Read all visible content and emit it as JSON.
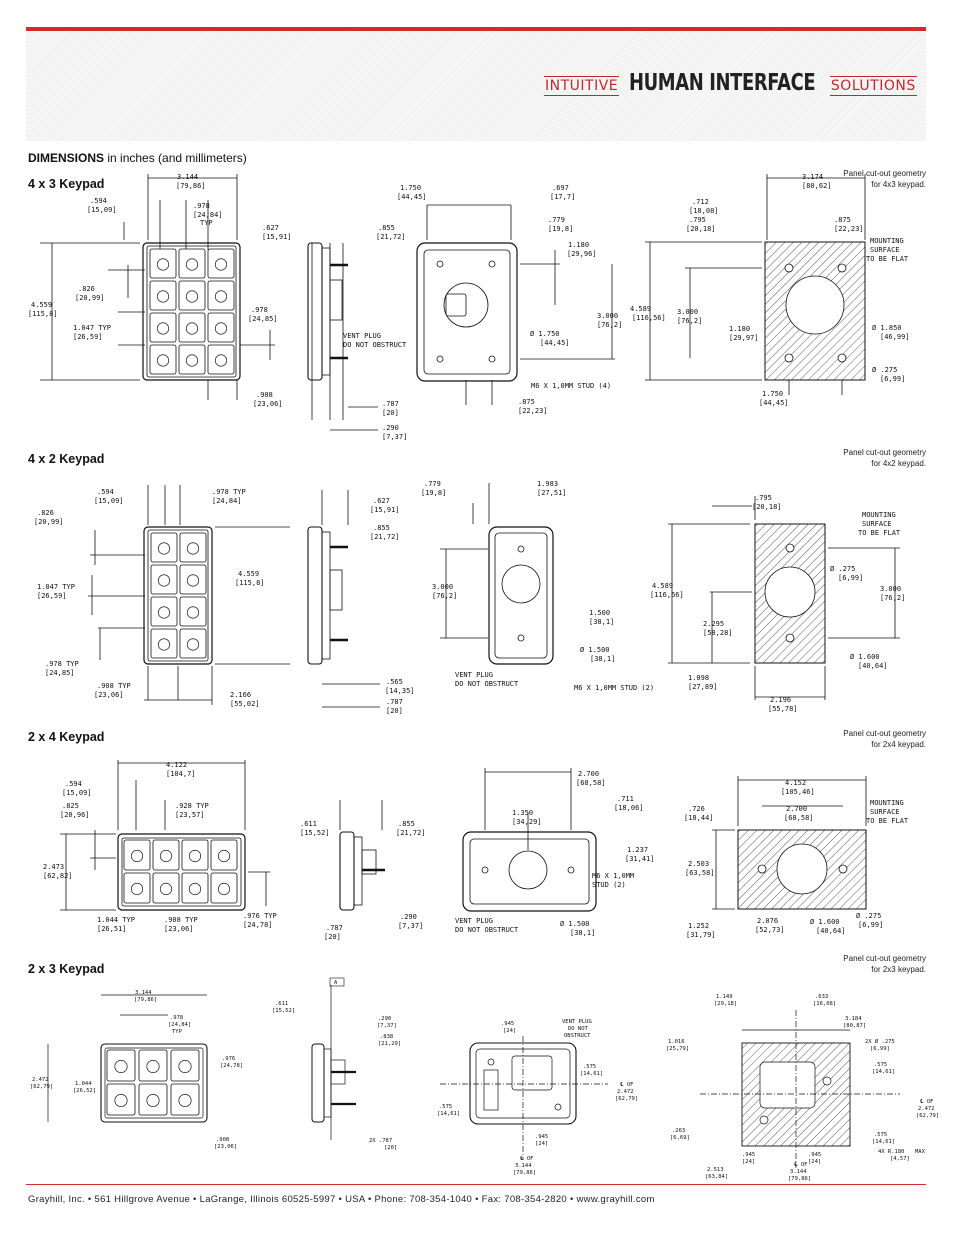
{
  "header": {
    "tag_left": "INTUITIVE",
    "tag_main": "HUMAN INTERFACE",
    "tag_right": "SOLUTIONS"
  },
  "dimensions": {
    "label": "DIMENSIONS",
    "sub": "in inches (and millimeters)"
  },
  "sections": [
    {
      "title": "4 x 3 Keypad",
      "cutout_note": "Panel cut-out geometry for 4x3 keypad.",
      "labels": {
        "w_total": "3.144",
        "w_total_mm": "[79,86]",
        "left": ".594",
        "left_mm": "[15,09]",
        "pitch": ".978",
        "pitch_mm": "[24,84]",
        "typ": "TYP",
        "h_top": ".826",
        "h_top_mm": "[20,99]",
        "h_total": "4.559",
        "h_total_mm": "[115,8]",
        "key_h": "1.047 TYP",
        "key_h_mm": "[26,59]",
        "key_w": ".978",
        "key_w_mm": "[24,85]",
        "bottom": ".908",
        "bottom_mm": "[23,06]",
        "side_627": ".627",
        "side_627_mm": "[15,91]",
        "side_855": ".855",
        "side_855_mm": "[21,72]",
        "vent": "VENT PLUG",
        "vent2": "DO NOT OBSTRUCT",
        "s787": ".787",
        "s787_mm": "[20]",
        "s290": ".290",
        "s290_mm": "[7,37]",
        "b1750": "1.750",
        "b1750_mm": "[44,45]",
        "b697": ".697",
        "b697_mm": "[17,7]",
        "b779": ".779",
        "b779_mm": "[19,8]",
        "b1180": "1.180",
        "b1180_mm": "[29,96]",
        "b3000": "3.000",
        "b3000_mm": "[76,2]",
        "bdia": "Ø 1.750",
        "bdia_mm": "[44,45]",
        "stud": "M6 X 1,0MM STUD (4)",
        "b875": ".875",
        "b875_mm": "[22,23]",
        "c3174": "3.174",
        "c3174_mm": "[80,62]",
        "c712": ".712",
        "c712_mm": "[18,08]",
        "c795": ".795",
        "c795_mm": "[20,18]",
        "c875": ".875",
        "c875_mm": "[22,23]",
        "mount1": "MOUNTING",
        "mount2": "SURFACE",
        "mount3": "TO BE FLAT",
        "c4589": "4.589",
        "c4589_mm": "[116,56]",
        "c3000": "3.000",
        "c3000_mm": "[76,2]",
        "c1180": "1.180",
        "c1180_mm": "[29,97]",
        "cdia": "Ø 1.850",
        "cdia_mm": "[46,99]",
        "chole": "Ø .275",
        "chole_mm": "[6,99]",
        "c1750": "1.750",
        "c1750_mm": "[44,45]"
      }
    },
    {
      "title": "4 x 2 Keypad",
      "cutout_note": "Panel cut-out geometry for 4x2 keypad.",
      "labels": {
        "left": ".594",
        "left_mm": "[15,09]",
        "pitch": ".978 TYP",
        "pitch_mm": "[24,84]",
        "h_top": ".826",
        "h_top_mm": "[20,99]",
        "h_total": "4.559",
        "h_total_mm": "[115,8]",
        "key_h": "1.047 TYP",
        "key_h_mm": "[26,59]",
        "key_w": ".978 TYP",
        "key_w_mm": "[24,85]",
        "bottom": ".908 TYP",
        "bottom_mm": "[23,06]",
        "w_total": "2.166",
        "w_total_mm": "[55,02]",
        "side_627": ".627",
        "side_627_mm": "[15,91]",
        "side_855": ".855",
        "side_855_mm": "[21,72]",
        "s565": ".565",
        "s565_mm": "[14,35]",
        "s787": ".787",
        "s787_mm": "[20]",
        "b779": ".779",
        "b779_mm": "[19,8]",
        "b1983": "1.983",
        "b1983_mm": "[27,51]",
        "b3000": "3.000",
        "b3000_mm": "[76,2]",
        "b1500": "1.500",
        "b1500_mm": "[38,1]",
        "bdia": "Ø 1.500",
        "bdia_mm": "[38,1]",
        "vent": "VENT PLUG",
        "vent2": "DO NOT OBSTRUCT",
        "stud": "M6 X 1,0MM STUD (2)",
        "c795": ".795",
        "c795_mm": "[20,18]",
        "mount1": "MOUNTING",
        "mount2": "SURFACE",
        "mount3": "TO BE FLAT",
        "chole": "Ø .275",
        "chole_mm": "[6,99]",
        "c4589": "4.589",
        "c4589_mm": "[116,56]",
        "c3000": "3.000",
        "c3000_mm": "[76,2]",
        "c2295": "2.295",
        "c2295_mm": "[58,28]",
        "cdia": "Ø 1.600",
        "cdia_mm": "[40,64]",
        "c1098": "1.098",
        "c1098_mm": "[27,89]",
        "c2196": "2.196",
        "c2196_mm": "[55,78]"
      }
    },
    {
      "title": "2 x 4 Keypad",
      "cutout_note": "Panel cut-out geometry for 2x4 keypad.",
      "labels": {
        "w_total": "4.122",
        "w_total_mm": "[104,7]",
        "left": ".594",
        "left_mm": "[15,09]",
        "h_top": ".825",
        "h_top_mm": "[20,96]",
        "pitch": ".928 TYP",
        "pitch_mm": "[23,57]",
        "h_total": "2.473",
        "h_total_mm": "[62,82]",
        "key_h": "1.044 TYP",
        "key_h_mm": "[26,51]",
        "bottom": ".908 TYP",
        "bottom_mm": "[23,06]",
        "key_w": ".976 TYP",
        "key_w_mm": "[24,78]",
        "s611": ".611",
        "s611_mm": "[15,52]",
        "s855": ".855",
        "s855_mm": "[21,72]",
        "s787": ".787",
        "s787_mm": "[20]",
        "s290": ".290",
        "s290_mm": "[7,37]",
        "b2700": "2.700",
        "b2700_mm": "[68,58]",
        "b1350": "1.350",
        "b1350_mm": "[34,29]",
        "b711": ".711",
        "b711_mm": "[18,06]",
        "b1237": "1.237",
        "b1237_mm": "[31,41]",
        "stud1": "M6 X 1,0MM",
        "stud2": "STUD (2)",
        "vent": "VENT PLUG",
        "vent2": "DO NOT OBSTRUCT",
        "bdia": "Ø 1.500",
        "bdia_mm": "[38,1]",
        "c4152": "4.152",
        "c4152_mm": "[105,46]",
        "c726": ".726",
        "c726_mm": "[18,44]",
        "c2700": "2.700",
        "c2700_mm": "[68,58]",
        "mount1": "MOUNTING",
        "mount2": "SURFACE",
        "mount3": "TO BE FLAT",
        "c2503": "2.503",
        "c2503_mm": "[63,58]",
        "c1252": "1.252",
        "c1252_mm": "[31,79]",
        "c2076": "2.076",
        "c2076_mm": "[52,73]",
        "cdia": "Ø 1.600",
        "cdia_mm": "[40,64]",
        "chole": "Ø .275",
        "chole_mm": "[6,99]"
      }
    },
    {
      "title": "2 x 3 Keypad",
      "cutout_note": "Panel cut-out geometry for 2x3 keypad.",
      "labels": {
        "w_total": "3.144",
        "w_total_mm": "[79,86]",
        "pitch": ".978",
        "pitch_mm": "[24,84]",
        "typ": "TYP",
        "h_total": "2.472",
        "h_total_mm": "[62,79]",
        "key_h": "1.044",
        "key_h_mm": "[26,52]",
        "key_w": ".976",
        "key_w_mm": "[24,78]",
        "bottom": ".908",
        "bottom_mm": "[23,06]",
        "s611": ".611",
        "s611_mm": "[15,52]",
        "datum": "A",
        "s290": ".290",
        "s290_mm": "[7,37]",
        "s838": ".838",
        "s838_mm": "[21,29]",
        "s787": "2X .787",
        "s787_mm": "[20]",
        "b945": ".945",
        "b945_mm": "[24]",
        "vent": "VENT PLUG",
        "vent2": "DO NOT",
        "vent3": "OBSTRUCT",
        "b575": ".575",
        "b575_mm": "[14,61]",
        "cl": "℄ OF",
        "b2472": "2.472",
        "b2472_mm": "[62,79]",
        "b3144": "3.144",
        "b3144_mm": "[79,86]",
        "c1149": "1.149",
        "c1149_mm": "[29,18]",
        "c633": ".633",
        "c633_mm": "[16,08]",
        "c3184": "3.184",
        "c3184_mm": "[80,87]",
        "c1016": "1.016",
        "c1016_mm": "[25,79]",
        "chole": "2X Ø .275",
        "chole_mm": "[6,99]",
        "c575": ".575",
        "c575_mm": "[14,61]",
        "c263": ".263",
        "c263_mm": "[6,69]",
        "cr": "4X R.180",
        "cr_max": "MAX",
        "cr_mm": "[4,57]",
        "c2513": "2.513",
        "c2513_mm": "[63,84]",
        "c945": ".945",
        "c945_mm": "[24]"
      }
    }
  ],
  "footer": "Grayhill, Inc. • 561 Hillgrove Avenue • LaGrange, Illinois  60525-5997 • USA • Phone: 708-354-1040 • Fax: 708-354-2820 • www.grayhill.com"
}
